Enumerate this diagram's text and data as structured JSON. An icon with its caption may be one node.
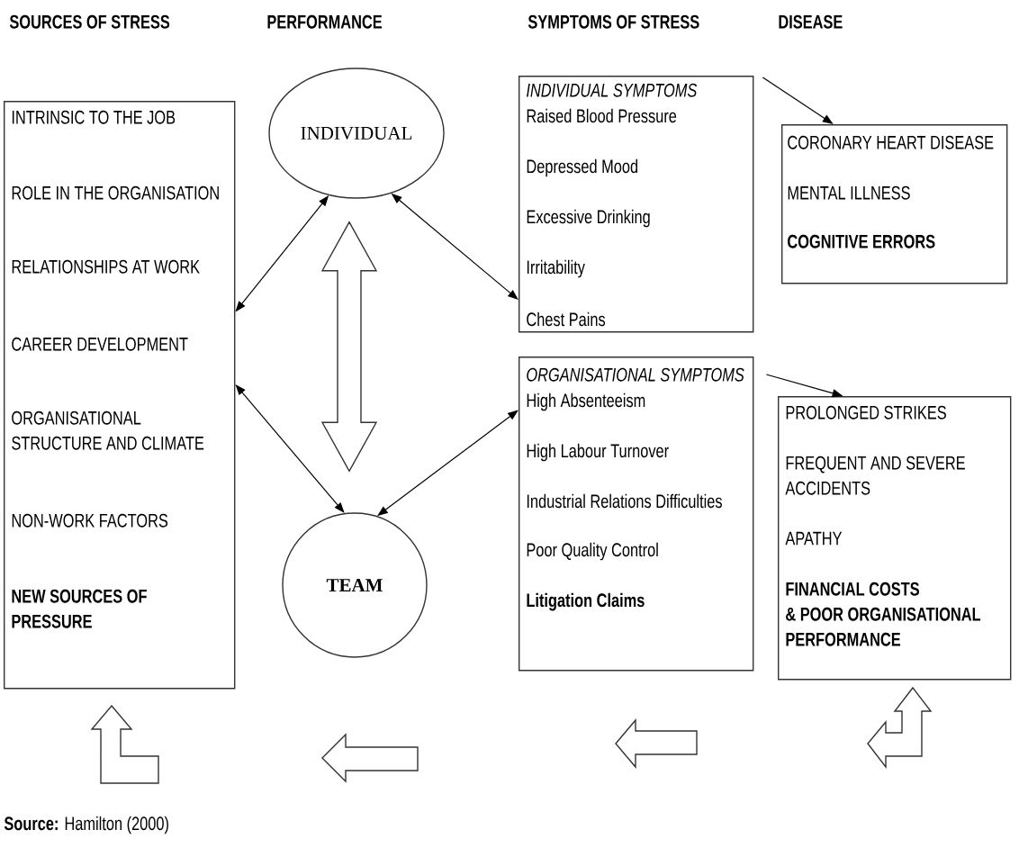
{
  "diagram": {
    "caption": "**Source:** Hamilton (2000)",
    "nodes": [
      {
        "text": [
          "INTRINSIC TO THE JOB",
          "ROLE IN THE ORGANISATION",
          "RELATIONSHIPS AT WORK",
          "CAREER DEVELOPMENT",
          "ORGANISATIONAL STRUCTURE AND CLIMATE",
          "NON-WORK FACTORS",
          "NEW SOURCES OF PRESSURE"
        ]
      },
      {
        "text": [
          "INDIVIDUAL"
        ]
      },
      {
        "text": [
          "TEAM"
        ]
      },
      {
        "text": [
          "INDIVIDUAL SYMPTOMS",
          "Raised Blood Pressure",
          "Depressed Mood",
          "Excessive Drinking",
          "Irritability",
          "Chest Pains"
        ]
      },
      {
        "text": [
          "ORGANISATIONAL SYMPTOMS",
          "High Absenteeism",
          "High Labour Turnover",
          "Industrial Relations Difficulties",
          "Poor Quality Control",
          "Litigation Claims"
        ]
      },
      {
        "text": [
          "CORONARY HEART DISEASE",
          "MENTAL ILLNESS",
          "COGNITIVE ERRORS"
        ]
      },
      {
        "text": [
          "PROLONGED STRIKES",
          "FREQUENT AND SEVERE ACCIDENTS",
          "APATHY",
          "FINANCIAL COSTS & POOR ORGANISATIONAL PERFORMANCE"
        ]
      }
    ],
    "edges": [
      {
        "from": 1,
        "to": 0,
        "arrow": "both"
      },
      {
        "from": 1,
        "to": 3,
        "arrow": "both"
      },
      {
        "from": 0,
        "to": 2,
        "arrow": "both"
      },
      {
        "from": 2,
        "to": 4,
        "arrow": "both"
      },
      {
        "from": 1,
        "to": 2,
        "arrow": "both",
        "style": "thick"
      },
      {
        "from": 3,
        "to": 5,
        "arrow": "to"
      },
      {
        "from": 4,
        "to": 6,
        "arrow": "to"
      }
    ],
    "labels": [
      "SOURCES OF STRESS",
      "PERFORMANCE",
      "SYMPTOMS OF STRESS",
      "DISEASE"
    ]
  }
}
